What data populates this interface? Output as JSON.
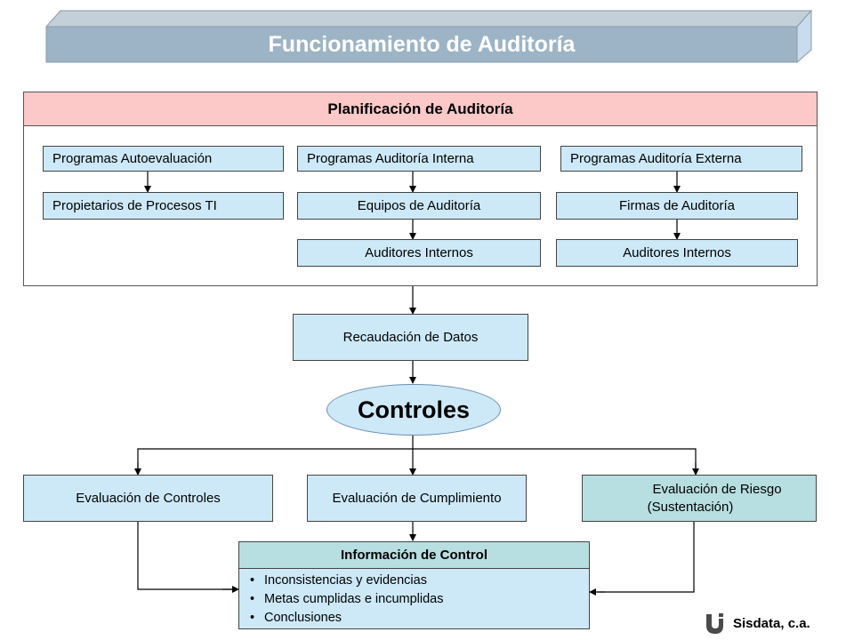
{
  "title": "Funcionamiento de Auditoría",
  "planning": {
    "header": "Planificación de Auditoría",
    "col1": {
      "program": "Programas Autoevaluación",
      "owner": "Propietarios de Procesos TI"
    },
    "col2": {
      "program": "Programas Auditoría Interna",
      "team": "Equipos de Auditoría",
      "auditors": "Auditores Internos"
    },
    "col3": {
      "program": "Programas Auditoría Externa",
      "firm": "Firmas de Auditoría",
      "auditors": "Auditores Internos"
    }
  },
  "data_collection": "Recaudación de Datos",
  "controls": "Controles",
  "evaluations": {
    "controls": "Evaluación de Controles",
    "compliance": "Evaluación de Cumplimiento",
    "risk_line1": "Evaluación de Riesgo",
    "risk_line2": "(Sustentación)"
  },
  "control_info": {
    "header": "Información de Control",
    "items": [
      "Inconsistencias y evidencias",
      "Metas cumplidas e  incumplidas",
      "Conclusiones"
    ]
  },
  "footer": {
    "company": "Sisdata, c.a."
  },
  "colors": {
    "banner": "#9db4c6",
    "planning_header": "#fcc8c8",
    "box": "#cde9f8",
    "teal_box": "#b7dee0"
  }
}
